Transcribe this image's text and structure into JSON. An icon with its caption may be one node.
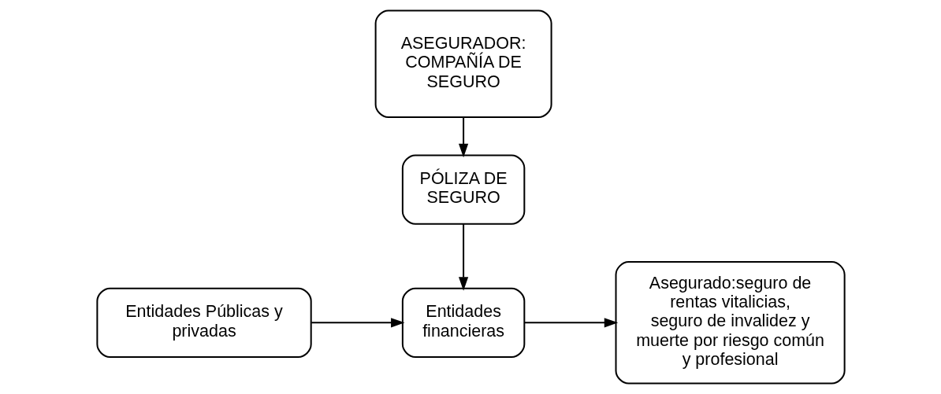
{
  "diagram": {
    "nodes": [
      {
        "text": [
          "ASEGURADOR: COMPAÑÍA DE SEGURO"
        ]
      },
      {
        "text": [
          "PÓLIZA DE SEGURO"
        ]
      },
      {
        "text": [
          "Entidades financieras"
        ]
      },
      {
        "text": [
          "Entidades Públicas y privadas"
        ]
      },
      {
        "text": [
          "Asegurado:seguro de rentas vitalicias, seguro de invalidez y muerte por riesgo común y profesional"
        ]
      }
    ],
    "edges": [
      {
        "from": 0,
        "to": 1,
        "arrow": "to"
      },
      {
        "from": 1,
        "to": 2,
        "arrow": "to"
      },
      {
        "from": 3,
        "to": 2,
        "arrow": "to"
      },
      {
        "from": 2,
        "to": 4,
        "arrow": "to"
      }
    ]
  }
}
